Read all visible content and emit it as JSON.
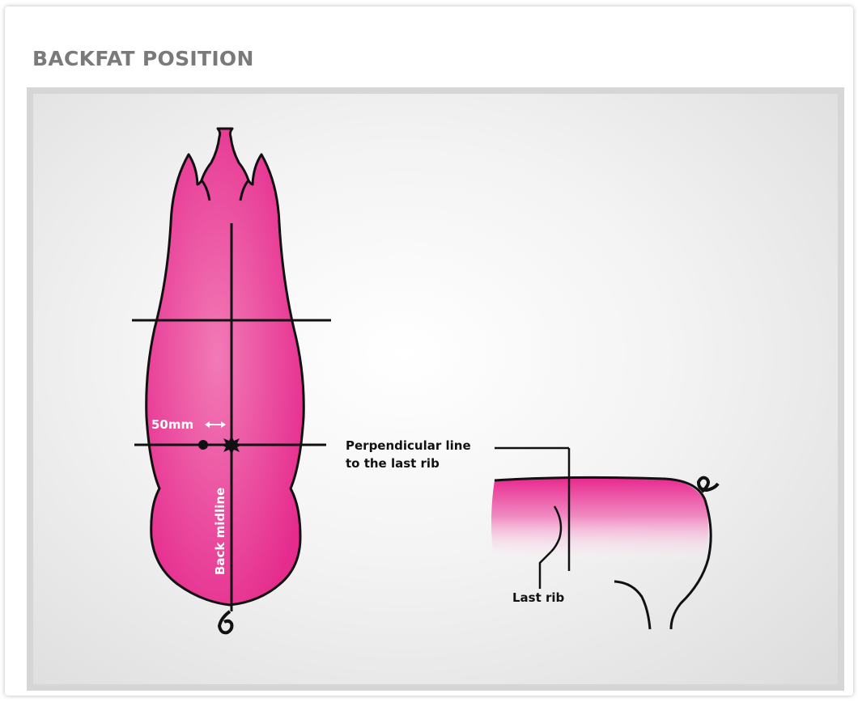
{
  "title": "BACKFAT POSITION",
  "diagram": {
    "measure_label": "50mm",
    "midline_label": "Back midline",
    "perpendicular_label_line1": "Perpendicular line",
    "perpendicular_label_line2": "to the last rib",
    "last_rib_label": "Last rib",
    "colors": {
      "carcass_pink": "#e8288e",
      "carcass_pink_light": "#f06aae",
      "outline": "#111111",
      "panel_border": "#d6d6d6",
      "title_gray": "#7a7a7a"
    }
  }
}
